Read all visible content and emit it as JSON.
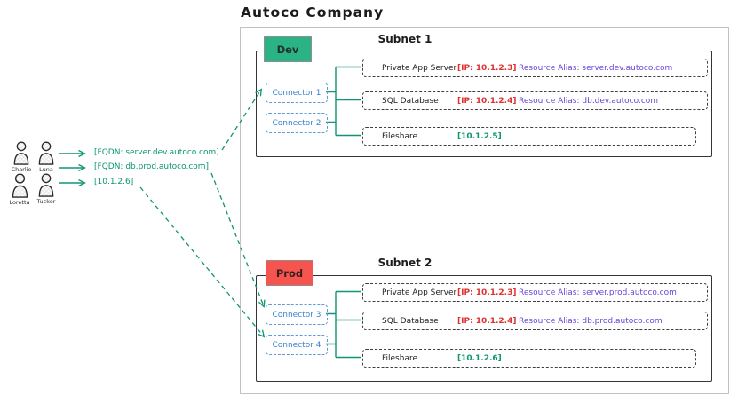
{
  "title": "Autoco Company",
  "users": [
    {
      "name": "Charlie",
      "icon": "person-icon"
    },
    {
      "name": "Luna",
      "icon": "person-icon"
    },
    {
      "name": "Loretta",
      "icon": "person-icon"
    },
    {
      "name": "Tucker",
      "icon": "person-icon"
    }
  ],
  "client_requests": [
    {
      "label": "[FQDN: server.dev.autoco.com]",
      "target": "Connector 1"
    },
    {
      "label": "[FQDN: db.prod.autoco.com]",
      "target": "Connector 3"
    },
    {
      "label": "[10.1.2.6]",
      "target": "Connector 4"
    }
  ],
  "subnets": [
    {
      "env": "Dev",
      "name": "Subnet 1",
      "connectors": [
        {
          "label": "Connector 1"
        },
        {
          "label": "Connector 2"
        }
      ],
      "resources": [
        {
          "name": "Private App Server",
          "ip": "[IP: 10.1.2.3]",
          "alias": "Resource Alias: server.dev.autoco.com"
        },
        {
          "name": "SQL Database",
          "ip": "[IP: 10.1.2.4]",
          "alias": "Resource Alias: db.dev.autoco.com"
        },
        {
          "name": "Fileshare",
          "ip": "[10.1.2.5]",
          "alias": ""
        }
      ]
    },
    {
      "env": "Prod",
      "name": "Subnet 2",
      "connectors": [
        {
          "label": "Connector 3"
        },
        {
          "label": "Connector 4"
        }
      ],
      "resources": [
        {
          "name": "Private App Server",
          "ip": "[IP: 10.1.2.3]",
          "alias": "Resource Alias: server.prod.autoco.com"
        },
        {
          "name": "SQL Database",
          "ip": "[IP: 10.1.2.4]",
          "alias": "Resource Alias: db.prod.autoco.com"
        },
        {
          "name": "Fileshare",
          "ip": "[10.1.2.6]",
          "alias": ""
        }
      ]
    }
  ],
  "colors": {
    "teal_accent": "#0f9573",
    "teal_text": "#0c9672",
    "connector_blue": "#3c83cf",
    "ip_red": "#e03131",
    "alias_purple": "#6846d5",
    "dev_fill": "#2ab385",
    "prod_fill": "#f5544f"
  }
}
